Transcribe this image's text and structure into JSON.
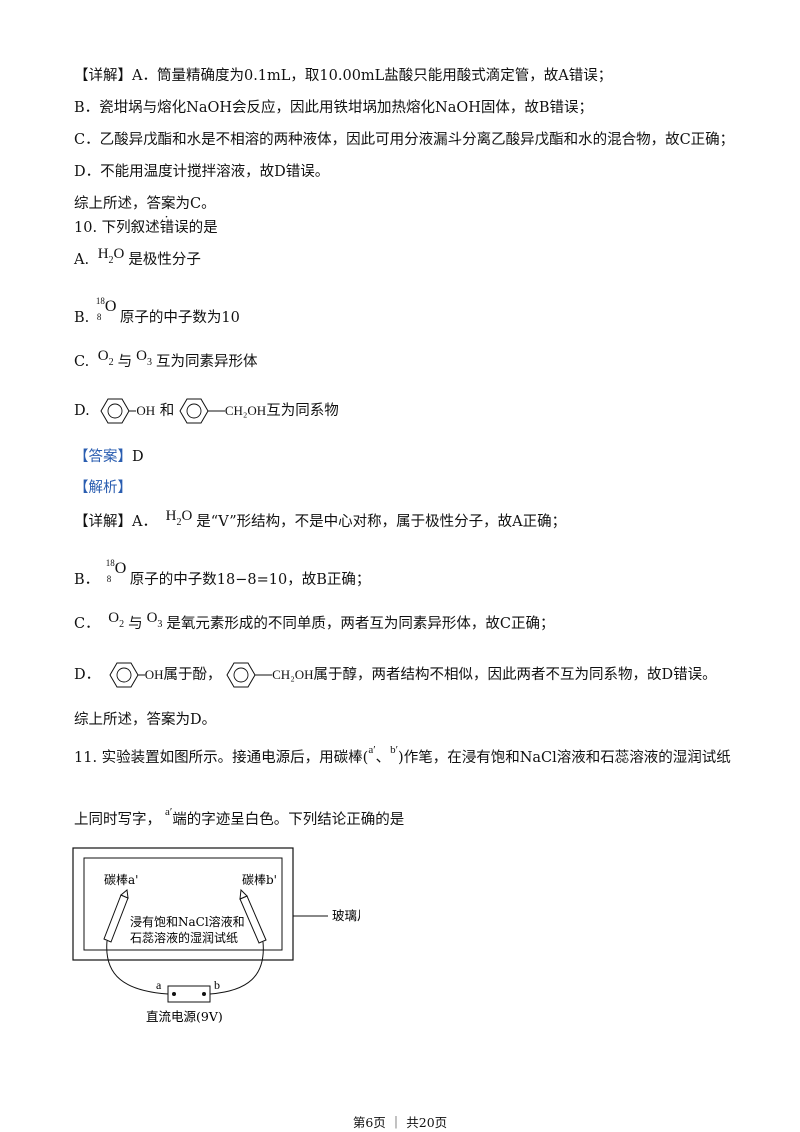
{
  "q9_analysis": {
    "a": "【详解】A．筒量精确度为0.1mL，取10.00mL盐酸只能用酸式滴定管，故A错误；",
    "b": "B．瓷坩埚与熔化NaOH会反应，因此用铁坩埚加热熔化NaOH固体，故B错误；",
    "c": "C．乙酸异戊酯和水是不相溶的两种液体，因此可用分液漏斗分离乙酸异戊酯和水的混合物，故C正确；",
    "d": "D．不能用温度计搅拌溶液，故D错误。",
    "summary": "综上所述，答案为C。"
  },
  "q10": {
    "stem_prefix": "10. 下列叙述",
    "stem_emph": "错误",
    "stem_suffix": "的是",
    "opt_a_label": "A.",
    "opt_a_text": "是极性分子",
    "opt_b_label": "B.",
    "opt_b_text": "原子的中子数为10",
    "opt_c_label": "C.",
    "opt_c_mid": "与",
    "opt_c_text": "互为同素异形体",
    "opt_d_label": "D.",
    "opt_d_oh": "OH",
    "opt_d_and": "和",
    "opt_d_ch2oh": "CH₂OH",
    "opt_d_text": "互为同系物",
    "answer_tag": "【答案】",
    "answer": "D",
    "analysis_tag": "【解析】",
    "exp_a_prefix": "【详解】A．",
    "exp_a_text": "是“V”形结构，不是中心对称，属于极性分子，故A正确；",
    "exp_b_label": "B．",
    "exp_b_text": "原子的中子数18−8=10，故B正确；",
    "exp_c_label": "C．",
    "exp_c_mid": "与",
    "exp_c_text": "是氧元素形成的不同单质，两者互为同素异形体，故C正确；",
    "exp_d_label": "D．",
    "exp_d_oh": "OH",
    "exp_d_mid": "属于酚，",
    "exp_d_ch2oh": "CH₂OH",
    "exp_d_text": "属于醇，两者结构不相似，因此两者不互为同系物，故D错误。",
    "summary": "综上所述，答案为D。"
  },
  "formula": {
    "h": "H",
    "h_sub": "2",
    "o": "O",
    "o18_mass": "18",
    "o18_z": "8",
    "o18_sym": "O",
    "o2_sub": "2",
    "o3_sub": "3"
  },
  "q11": {
    "line1_a": "11. 实验装置如图所示。接通电源后，用碳棒(",
    "a_prime": "a′",
    "sep": "、",
    "b_prime": "b′",
    "line1_b": ")作笔，在浸有饱和NaCl溶液和石蕊溶液的湿润试纸",
    "line2_a": "上同时写字，",
    "line2_b": "端的字迹呈白色。下列结论正确的是"
  },
  "diagram": {
    "rod_a": "碳棒a'",
    "rod_b": "碳棒b'",
    "paper_line1": "浸有饱和NaCl溶液和",
    "paper_line2": "石蕊溶液的湿润试纸",
    "glass": "玻璃片",
    "term_a": "a",
    "term_b": "b",
    "power": "直流电源(9V)"
  },
  "footer": "第6页 ｜ 共20页"
}
